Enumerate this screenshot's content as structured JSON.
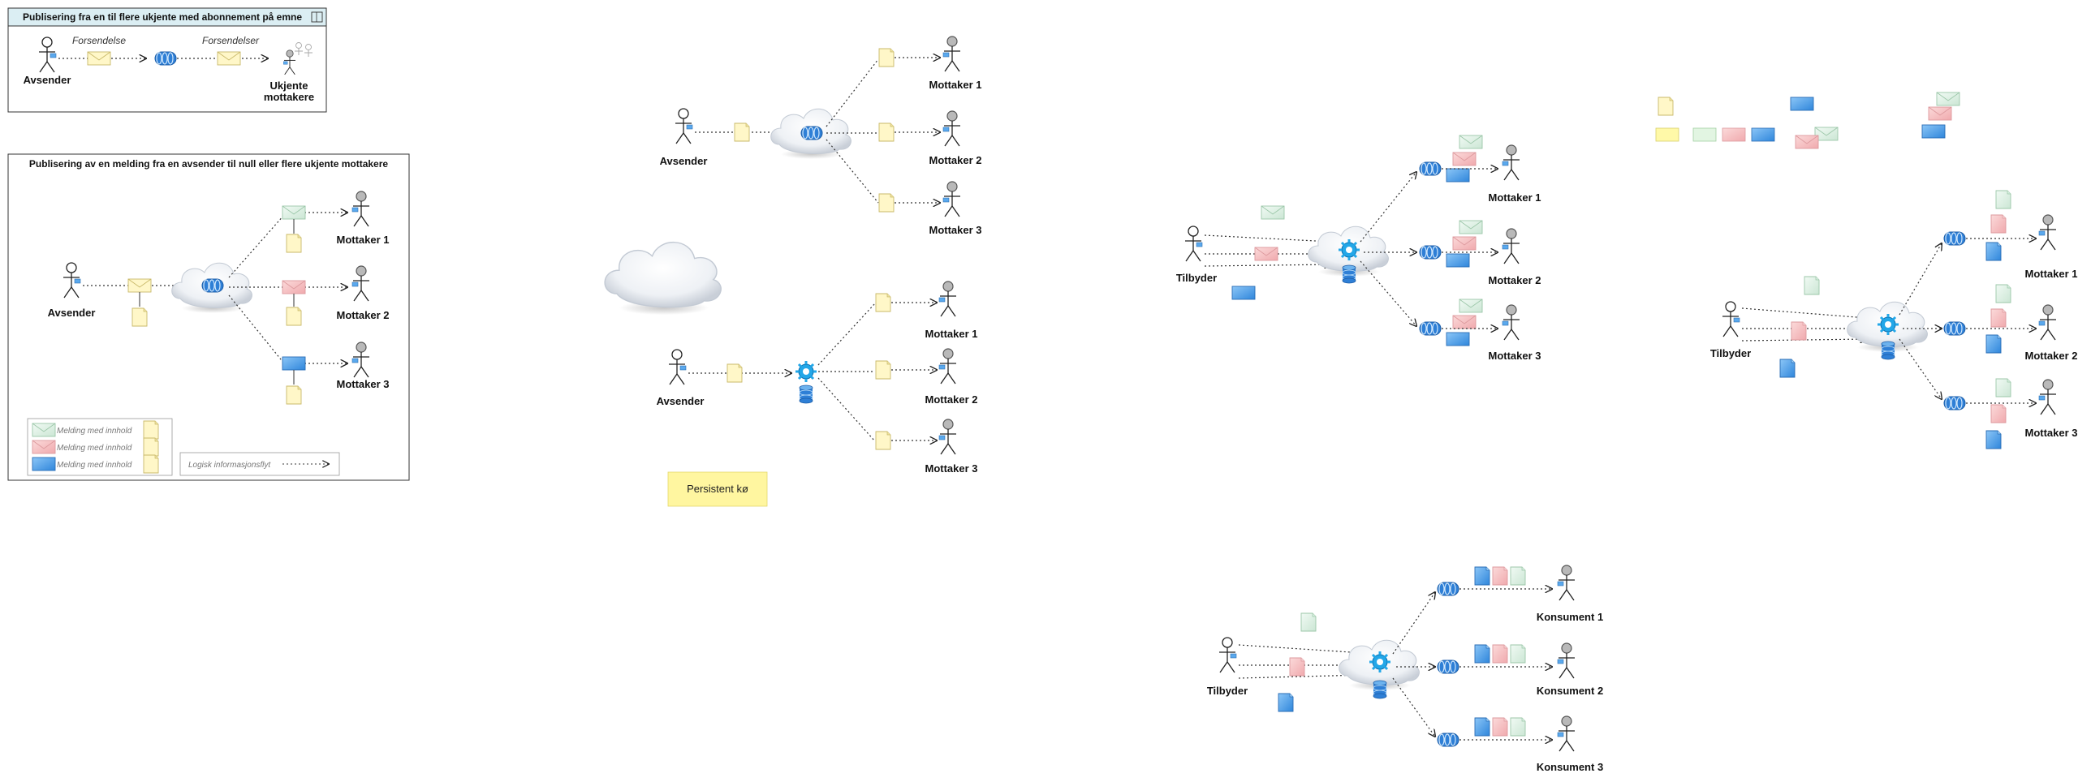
{
  "boxes": {
    "top_left_title": "Publisering fra en til flere ukjente med abonnement på emne",
    "middle_left_title": "Publisering av en melding fra en avsender til null eller flere ukjente mottakere"
  },
  "labels": {
    "avsender": "Avsender",
    "tilbyder": "Tilbyder",
    "mottaker_1": "Mottaker 1",
    "mottaker_2": "Mottaker 2",
    "mottaker_3": "Mottaker 3",
    "konsument_1": "Konsument 1",
    "konsument_2": "Konsument 2",
    "konsument_3": "Konsument 3",
    "ukjente_line1": "Ukjente",
    "ukjente_line2": "mottakere",
    "forsendelse": "Forsendelse",
    "forsendelser": "Forsendelser"
  },
  "legend": {
    "item_1": "Melding med innhold",
    "item_2": "Melding med innhold",
    "item_3": "Melding med innhold",
    "flow": "Logisk informasjonsflyt"
  },
  "note": {
    "persistent_queue": "Persistent kø"
  },
  "colors": {
    "green": "#dff0e6",
    "red": "#f7c7c9",
    "blue": "#4aa3f0",
    "doc": "#fff7c8",
    "queue": "#2e7fd6",
    "note": "#fff6a0"
  }
}
